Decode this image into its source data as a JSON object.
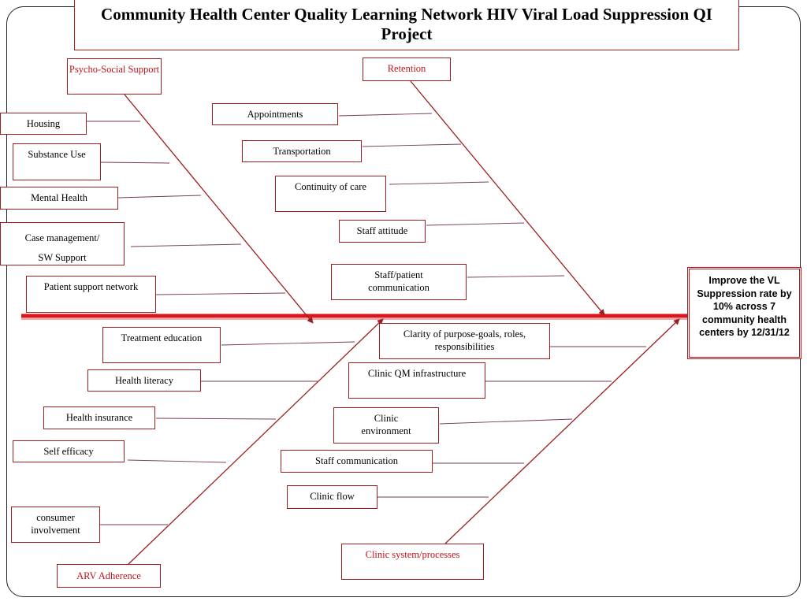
{
  "title": "Community Health Center Quality Learning Network HIV Viral Load Suppression QI Project",
  "effect": "Improve the VL Suppression rate by 10% across 7 community health centers by 12/31/12",
  "categories": {
    "psycho_social": "Psycho-Social Support",
    "retention": "Retention",
    "arv_adherence": "ARV Adherence",
    "clinic_system": "Clinic system/processes"
  },
  "causes": {
    "psycho_social": [
      "Housing",
      "Substance Use",
      "Mental Health",
      "Case management/",
      "SW Support",
      "Patient support network"
    ],
    "retention": [
      "Appointments",
      "Transportation",
      "Continuity of care",
      "Staff attitude",
      "Staff/patient communication"
    ],
    "arv_adherence": [
      "Treatment education",
      "Health literacy",
      "Health insurance",
      "Self efficacy",
      "consumer involvement"
    ],
    "clinic_system": [
      "Clarity of purpose-goals, roles, responsibilities",
      "Clinic QM infrastructure",
      "Clinic environment",
      "Staff communication",
      "Clinic flow"
    ]
  },
  "colors": {
    "spine": "#d9161c",
    "bone": "#9e1f1f",
    "category_text": "#c0141b",
    "cause_line": "#7a3a5a"
  }
}
